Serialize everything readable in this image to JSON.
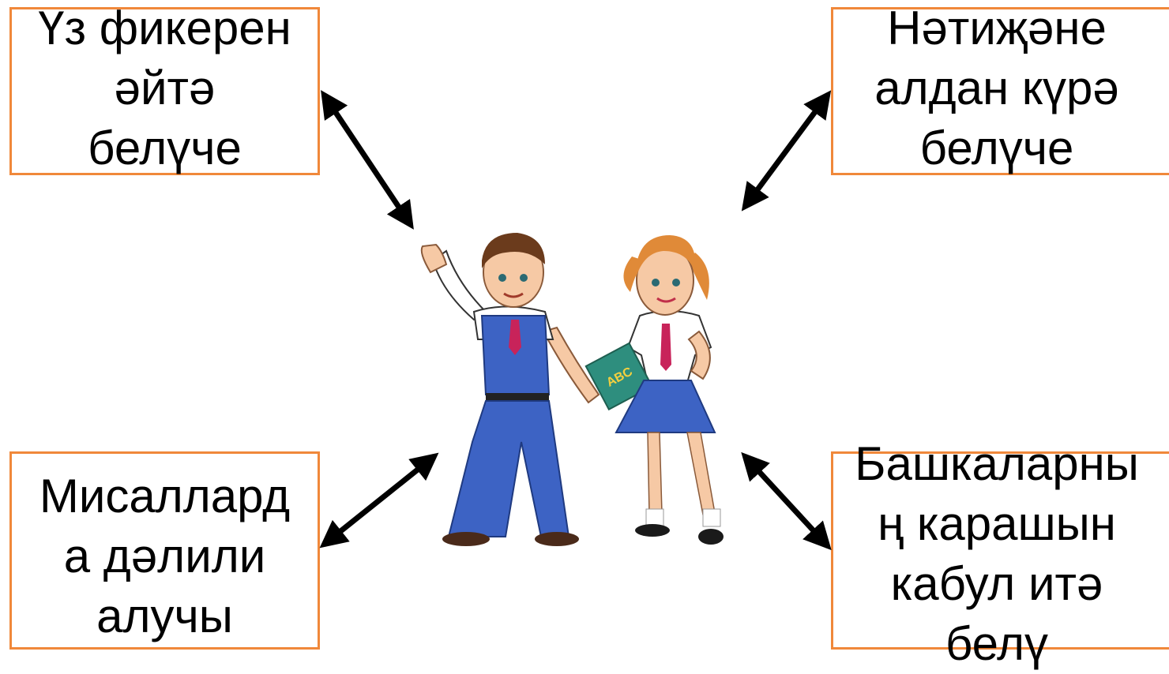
{
  "boxes": {
    "top_left": "Үз фикерен\nәйтә\nбелүче",
    "top_right": "Нәтиҗәне\nалдан күрә\nбелүче",
    "bottom_left": "Мисаллард\nа дәлили\nалучы",
    "bottom_right": "Башкаларны\nң карашын\nкабул итә\nбелү"
  },
  "colors": {
    "box_border": "#f0883a",
    "arrow": "#000000"
  },
  "illustration": {
    "icon": "schoolchildren-illustration",
    "book_label": "ABC"
  }
}
